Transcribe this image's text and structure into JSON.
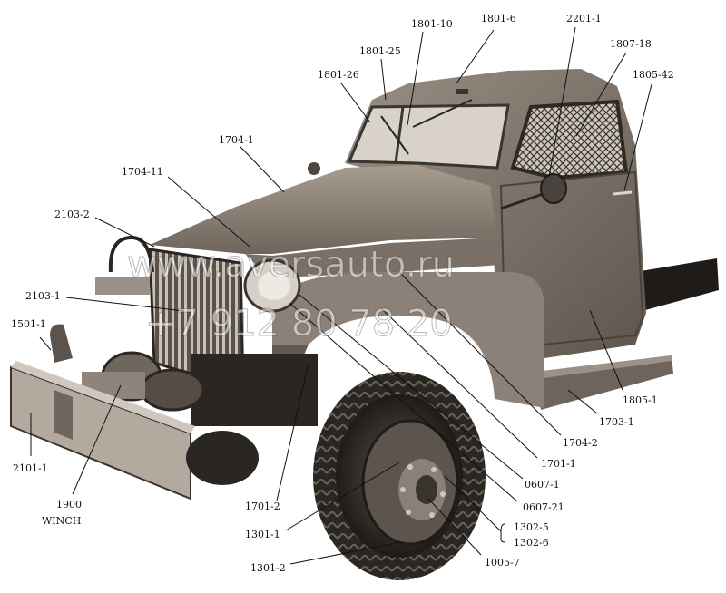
{
  "watermark": {
    "line1": "www.aversauto.ru",
    "line2": "+7 912 80 78 20"
  },
  "callouts": [
    {
      "id": "c1801_10",
      "text": "1801-10"
    },
    {
      "id": "c1801_6",
      "text": "1801-6"
    },
    {
      "id": "c2201_1",
      "text": "2201-1"
    },
    {
      "id": "c1801_25",
      "text": "1801-25"
    },
    {
      "id": "c1807_18",
      "text": "1807-18"
    },
    {
      "id": "c1805_42",
      "text": "1805-42"
    },
    {
      "id": "c1801_26",
      "text": "1801-26"
    },
    {
      "id": "c1704_1",
      "text": "1704-1"
    },
    {
      "id": "c1704_11",
      "text": "1704-11"
    },
    {
      "id": "c2103_2",
      "text": "2103-2"
    },
    {
      "id": "c2103_1",
      "text": "2103-1"
    },
    {
      "id": "c1501_1",
      "text": "1501-1"
    },
    {
      "id": "c1805_1",
      "text": "1805-1"
    },
    {
      "id": "c1703_1",
      "text": "1703-1"
    },
    {
      "id": "c1704_2",
      "text": "1704-2"
    },
    {
      "id": "c1701_1",
      "text": "1701-1"
    },
    {
      "id": "c2101_1",
      "text": "2101-1"
    },
    {
      "id": "c0607_1",
      "text": "0607-1"
    },
    {
      "id": "c1900",
      "text": "1900"
    },
    {
      "id": "cwinch",
      "text": "WINCH"
    },
    {
      "id": "c0607_21",
      "text": "0607-21"
    },
    {
      "id": "c1701_2",
      "text": "1701-2"
    },
    {
      "id": "c1301_1",
      "text": "1301-1"
    },
    {
      "id": "c1302_5",
      "text": "1302-5"
    },
    {
      "id": "c1302_6",
      "text": "1302-6"
    },
    {
      "id": "c1005_7",
      "text": "1005-7"
    },
    {
      "id": "c1301_2",
      "text": "1301-2"
    }
  ]
}
